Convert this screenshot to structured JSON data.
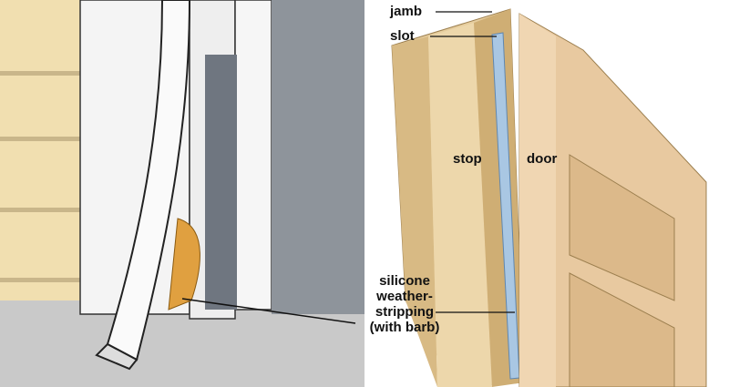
{
  "labels": {
    "jamb": "jamb",
    "slot": "slot",
    "stop": "stop",
    "door": "door",
    "weatherstrip": [
      "silicone",
      "weather-",
      "stripping",
      "(with barb)"
    ]
  },
  "colors": {
    "siding": "#f1dfb0",
    "wall": "#8e949b",
    "floor": "#c9c9c9",
    "barb": "#e0a040",
    "wood": "#e6cd9e",
    "door": "#e8c9a0",
    "strip": "#a9c7e3"
  }
}
